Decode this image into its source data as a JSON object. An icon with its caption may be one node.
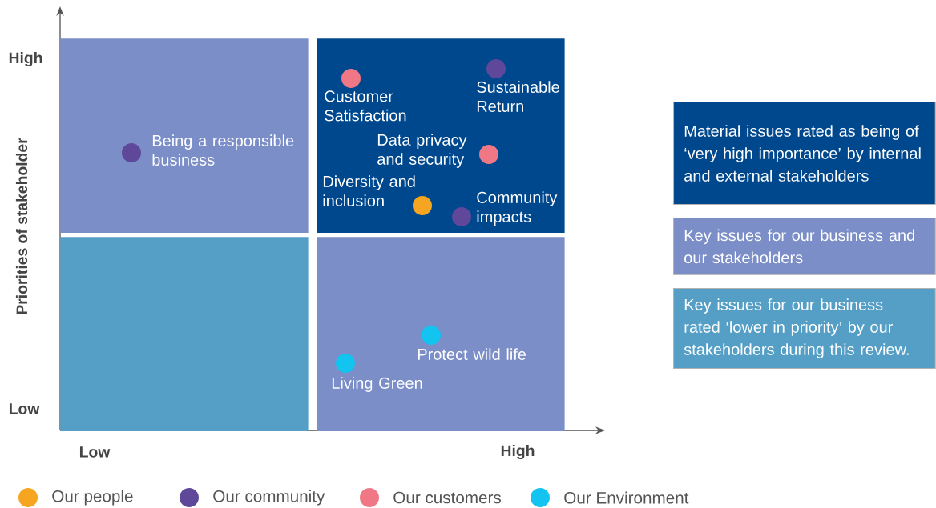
{
  "diagram": {
    "nodes": [
      {
        "text": [],
        "shape": "box"
      },
      {
        "text": [],
        "shape": "box"
      },
      {
        "text": [],
        "shape": "box"
      },
      {
        "text": [],
        "shape": "box"
      },
      {
        "text": [],
        "shape": "circle",
        "in": 0,
        "beside": [
          "Being a responsible business"
        ]
      },
      {
        "text": [],
        "shape": "circle",
        "in": 1,
        "beside": [
          "Customer Satisfaction"
        ]
      },
      {
        "text": [],
        "shape": "circle",
        "in": 1,
        "beside": [
          "Sustainable Return"
        ]
      },
      {
        "text": [],
        "shape": "circle",
        "in": 1,
        "beside": [
          "Data privacy and security"
        ]
      },
      {
        "text": [],
        "shape": "circle",
        "in": 1,
        "beside": [
          "Diversity and inclusion"
        ]
      },
      {
        "text": [],
        "shape": "circle",
        "in": 1,
        "beside": [
          "Community impacts"
        ]
      },
      {
        "text": [],
        "shape": "circle",
        "in": 3,
        "beside": [
          "Protect wild life"
        ]
      },
      {
        "text": [],
        "shape": "circle",
        "in": 3,
        "beside": [
          "Living Green"
        ]
      }
    ],
    "edges": [],
    "labels": [
      "High",
      "Low",
      "Priorities of stakeholder",
      "Low",
      "High"
    ],
    "legend": [
      {
        "text": "Material issues rated as being of ‘very high importance’ by internal and external stakeholders",
        "color": "#00488e"
      },
      {
        "text": "Key issues for our business and our stakeholders",
        "color": "#7b8ec8"
      },
      {
        "text": "Key issues for our business rated ‘lower in priority’ by our stakeholders during this review.",
        "color": "#559fc6"
      },
      {
        "text": "Our people",
        "color": "#f5a51f"
      },
      {
        "text": "Our community",
        "color": "#5f479a"
      },
      {
        "text": "Our customers",
        "color": "#f07886"
      },
      {
        "text": "Our Environment",
        "color": "#13c3f0"
      }
    ]
  }
}
